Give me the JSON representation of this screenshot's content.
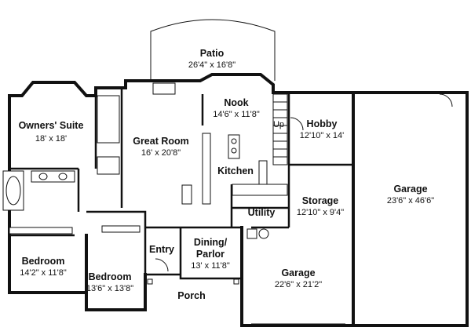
{
  "rooms": {
    "patio": {
      "name": "Patio",
      "dims": "26'4\" x 16'8\""
    },
    "nook": {
      "name": "Nook",
      "dims": "14'6\" x 11'8\""
    },
    "owners_suite": {
      "name": "Owners' Suite",
      "dims": "18' x 18'"
    },
    "great_room": {
      "name": "Great Room",
      "dims": "16' x 20'8\""
    },
    "hobby": {
      "name": "Hobby",
      "dims": "12'10\" x 14'"
    },
    "kitchen": {
      "name": "Kitchen"
    },
    "storage": {
      "name": "Storage",
      "dims": "12'10\" x 9'4\""
    },
    "garage_large": {
      "name": "Garage",
      "dims": "23'6\" x 46'6\""
    },
    "utility": {
      "name": "Utility"
    },
    "bedroom_left": {
      "name": "Bedroom",
      "dims": "14'2\" x 11'8\""
    },
    "bedroom_mid": {
      "name": "Bedroom",
      "dims": "13'6\" x 13'8\""
    },
    "entry": {
      "name": "Entry"
    },
    "dining": {
      "name": "Dining/",
      "name2": "Parlor",
      "dims": "13' x 11'8\""
    },
    "garage_small": {
      "name": "Garage",
      "dims": "22'6\" x 21'2\""
    },
    "porch": {
      "name": "Porch"
    }
  },
  "stairs_label": "Up"
}
